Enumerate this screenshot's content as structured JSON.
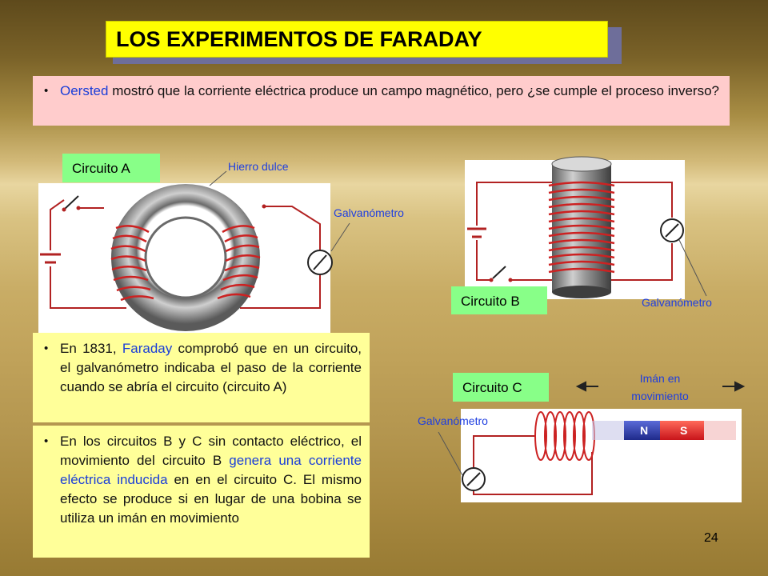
{
  "title": "LOS EXPERIMENTOS  DE FARADAY",
  "intro": {
    "name_highlight": "Oersted",
    "text": " mostró que la corriente eléctrica produce un campo magnético, pero ¿se cumple el proceso inverso?"
  },
  "circuit_a": {
    "label": "Circuito A",
    "iron_label": "Hierro dulce",
    "galvanometer_label": "Galvanómetro"
  },
  "circuit_b": {
    "label": "Circuito B",
    "galvanometer_label": "Galvanómetro"
  },
  "circuit_c": {
    "label": "Circuito C",
    "magnet_label_line1": "Imán en",
    "magnet_label_line2": "movimiento",
    "galvanometer_label": "Galvanómetro",
    "magnet_pole_n": "N",
    "magnet_pole_s": "S"
  },
  "faraday_box": {
    "prefix": "En 1831, ",
    "name_highlight": "Faraday",
    "text": " comprobó que en un circuito, el galvanómetro indicaba el paso de la corriente cuando se abría el circuito (circuito A)"
  },
  "circuits_bc_box": {
    "prefix": "En los circuitos B y C sin contacto eléctrico, el movimiento del circuito B ",
    "highlight": "genera una corriente eléctrica inducida",
    "suffix": " en en el circuito C. El mismo efecto se produce si en lugar de una bobina se utiliza un imán en movimiento"
  },
  "page_number": "24",
  "colors": {
    "title_bg": "#ffff00",
    "intro_bg": "#ffcccc",
    "text_box_bg": "#ffff99",
    "label_bg": "#88ff88",
    "highlight_text": "#1a3ed8",
    "wire": "#b22222"
  }
}
